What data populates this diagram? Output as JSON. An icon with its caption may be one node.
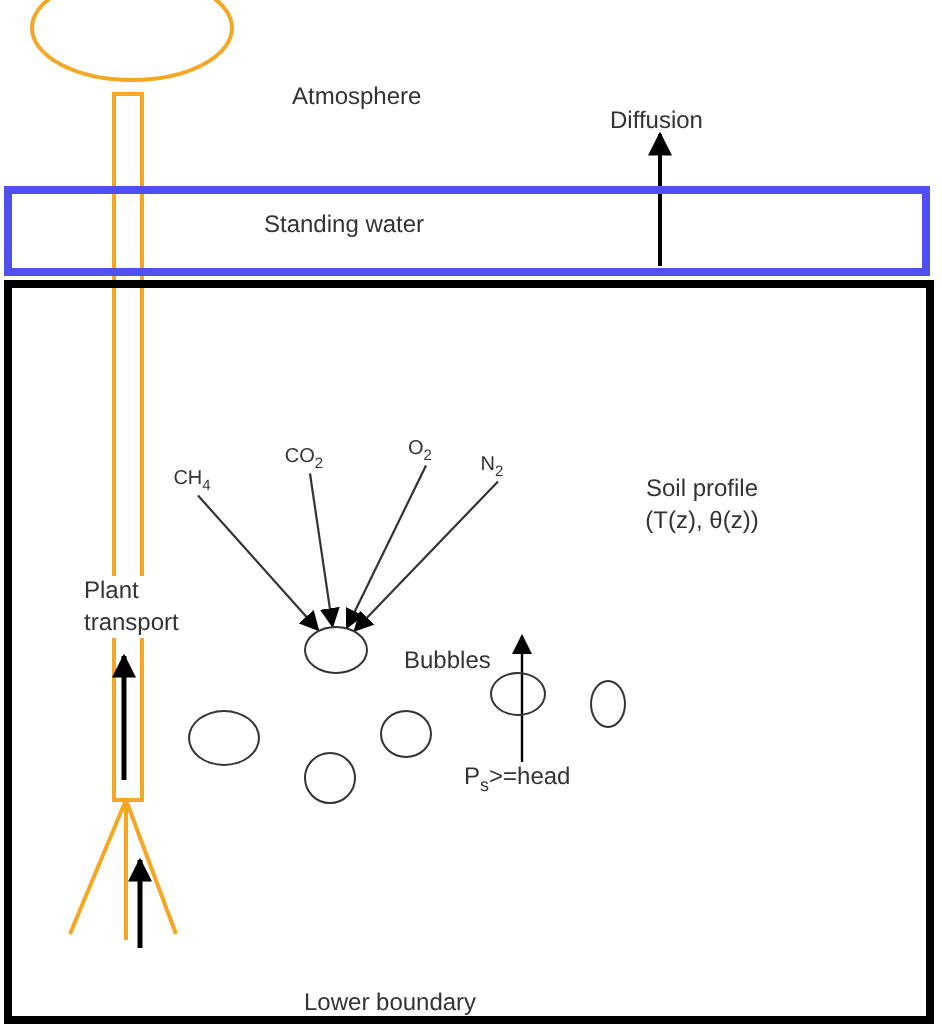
{
  "diagram": {
    "nodes": [
      {
        "text": [
          "Standing water"
        ]
      },
      {
        "text": [
          "Soil profile (T(z), θ(z))"
        ]
      },
      {
        "text": [
          "CH$_{4}$"
        ],
        "in": 1
      },
      {
        "text": [
          "CO$_{2}$"
        ],
        "in": 1
      },
      {
        "text": [
          "O$_{2}$"
        ],
        "in": 1
      },
      {
        "text": [
          "N$_{2}$"
        ],
        "in": 1
      },
      {
        "text": [],
        "shape": "circle",
        "in": 1
      },
      {
        "text": [],
        "shape": "circle",
        "in": 1
      },
      {
        "text": [],
        "shape": "circle",
        "in": 1
      },
      {
        "text": [],
        "shape": "circle",
        "in": 1
      },
      {
        "text": [],
        "shape": "circle",
        "in": 1
      },
      {
        "text": [],
        "shape": "circle",
        "in": 1
      }
    ],
    "edges": [
      {
        "from": 2,
        "to": 6,
        "arrow": "to"
      },
      {
        "from": 3,
        "to": 6,
        "arrow": "to"
      },
      {
        "from": 4,
        "to": 6,
        "arrow": "to"
      },
      {
        "from": 5,
        "to": 6,
        "arrow": "to"
      }
    ],
    "labels": [
      "Atmosphere",
      "Diffusion",
      "Plant transport",
      "Bubbles",
      "P$_{s}$>=head",
      "Lower boundary"
    ]
  }
}
